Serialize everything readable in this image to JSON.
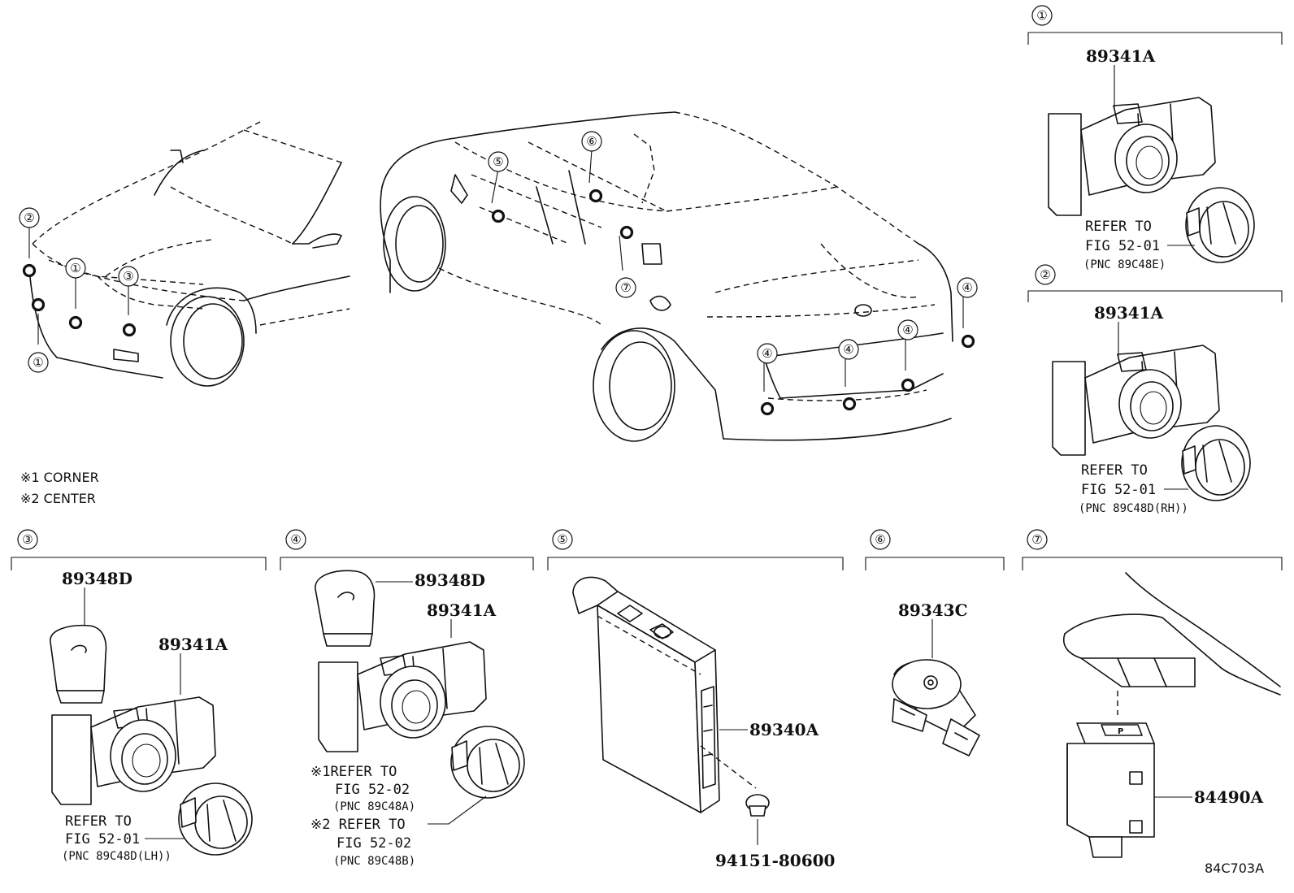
{
  "notes": {
    "corner": "※1 CORNER",
    "center": "※2 CENTER"
  },
  "markers": [
    "①",
    "②",
    "③",
    "④",
    "⑤",
    "⑥",
    "⑦"
  ],
  "section1": {
    "part": "89341A",
    "ref1": "REFER TO",
    "ref2": "FIG 52-01",
    "pnc": "(PNC 89C48E)"
  },
  "section2": {
    "part": "89341A",
    "ref1": "REFER TO",
    "ref2": "FIG 52-01",
    "pnc": "(PNC 89C48D(RH))"
  },
  "section3": {
    "part_cover": "89348D",
    "part_sensor": "89341A",
    "ref1": "REFER TO",
    "ref2": "FIG 52-01",
    "pnc": "(PNC 89C48D(LH))"
  },
  "section4": {
    "part_cover": "89348D",
    "part_sensor": "89341A",
    "ref_a1": "※1REFER TO",
    "ref_a2": "FIG 52-02",
    "pnc_a": "(PNC 89C48A)",
    "ref_b1": "※2 REFER TO",
    "ref_b2": "FIG 52-02",
    "pnc_b": "(PNC 89C48B)"
  },
  "section5": {
    "part_ecu": "89340A",
    "part_clip": "94151-80600"
  },
  "section6": {
    "part": "89343C"
  },
  "section7": {
    "part": "84490A"
  },
  "figure_code": "84C703A"
}
